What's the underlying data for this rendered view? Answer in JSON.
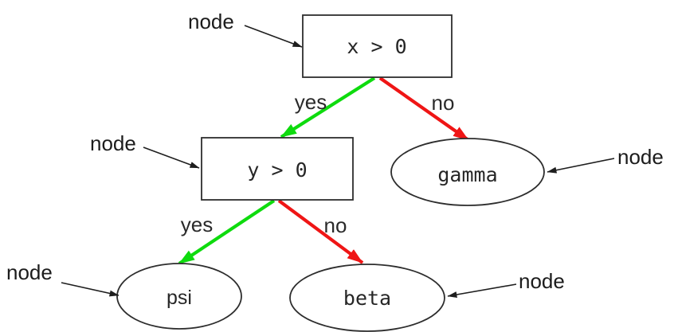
{
  "figure": {
    "description": "binary decision tree diagram with node annotations",
    "background": "#ffffff",
    "colors": {
      "yes_edge": "#0edb0e",
      "no_edge": "#ef1515",
      "outline": "#2d2d2d",
      "text": "#1c1c1c"
    },
    "tree": {
      "nodes": [
        {
          "id": "root",
          "label": "x > 0",
          "shape": "rectangle"
        },
        {
          "id": "y_check",
          "label": "y > 0",
          "shape": "rectangle"
        },
        {
          "id": "gamma",
          "label": "gamma",
          "shape": "ellipse"
        },
        {
          "id": "psi",
          "label": "psi",
          "shape": "ellipse"
        },
        {
          "id": "beta",
          "label": "beta",
          "shape": "ellipse"
        }
      ],
      "edges": [
        {
          "from": "root",
          "to": "y_check",
          "label": "yes",
          "color_key": "yes_edge"
        },
        {
          "from": "root",
          "to": "gamma",
          "label": "no",
          "color_key": "no_edge"
        },
        {
          "from": "y_check",
          "to": "psi",
          "label": "yes",
          "color_key": "yes_edge"
        },
        {
          "from": "y_check",
          "to": "beta",
          "label": "no",
          "color_key": "no_edge"
        }
      ]
    },
    "annotations": [
      {
        "label": "node",
        "points_to": "root"
      },
      {
        "label": "node",
        "points_to": "y_check"
      },
      {
        "label": "node",
        "points_to": "gamma"
      },
      {
        "label": "node",
        "points_to": "psi"
      },
      {
        "label": "node",
        "points_to": "beta"
      }
    ]
  }
}
